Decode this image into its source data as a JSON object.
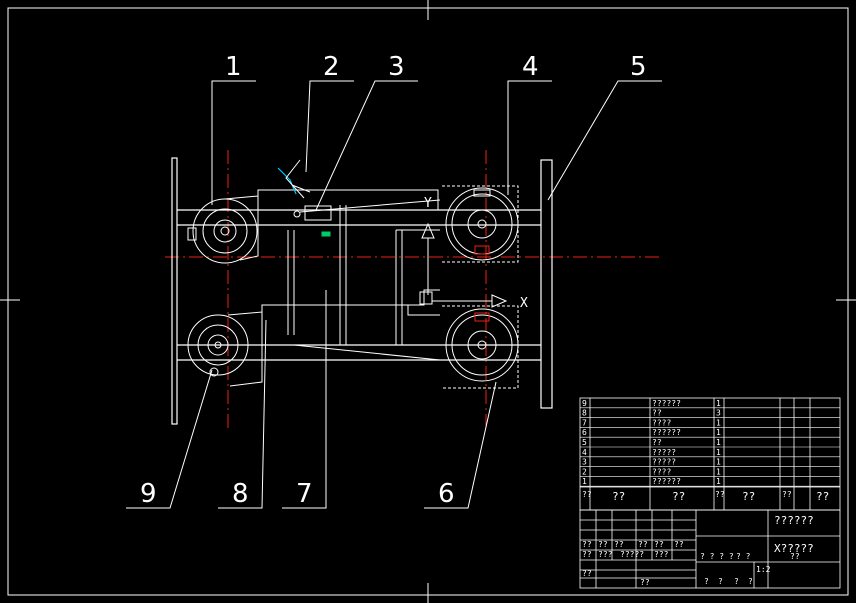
{
  "callouts": [
    "1",
    "2",
    "3",
    "4",
    "5",
    "6",
    "7",
    "8",
    "9"
  ],
  "axes": {
    "x": "X",
    "y": "Y"
  },
  "parts_list": {
    "rows": [
      {
        "no": "9",
        "name": "??????",
        "qty": "1"
      },
      {
        "no": "8",
        "name": "??",
        "qty": "3"
      },
      {
        "no": "7",
        "name": "????",
        "qty": "1"
      },
      {
        "no": "6",
        "name": "??????",
        "qty": "1"
      },
      {
        "no": "5",
        "name": "??",
        "qty": "1"
      },
      {
        "no": "4",
        "name": "?????",
        "qty": "1"
      },
      {
        "no": "3",
        "name": "?????",
        "qty": "1"
      },
      {
        "no": "2",
        "name": "????",
        "qty": "1"
      },
      {
        "no": "1",
        "name": "??????",
        "qty": "1"
      }
    ],
    "header": [
      "??",
      "??",
      "??",
      "??",
      "??",
      "??",
      "??"
    ]
  },
  "title_block": {
    "title": "??????",
    "drawing_no": "X?????",
    "scale": "1:2",
    "row_a": [
      "??",
      "??",
      "??",
      "??",
      "??",
      "??"
    ],
    "row_b": [
      "??",
      "???",
      "?????",
      "???"
    ],
    "row_c": [
      "? ? ? ?",
      "? ?",
      "??"
    ],
    "row_d": [
      "??",
      "??"
    ],
    "row_e": [
      "?",
      "?",
      "?",
      "?"
    ]
  }
}
